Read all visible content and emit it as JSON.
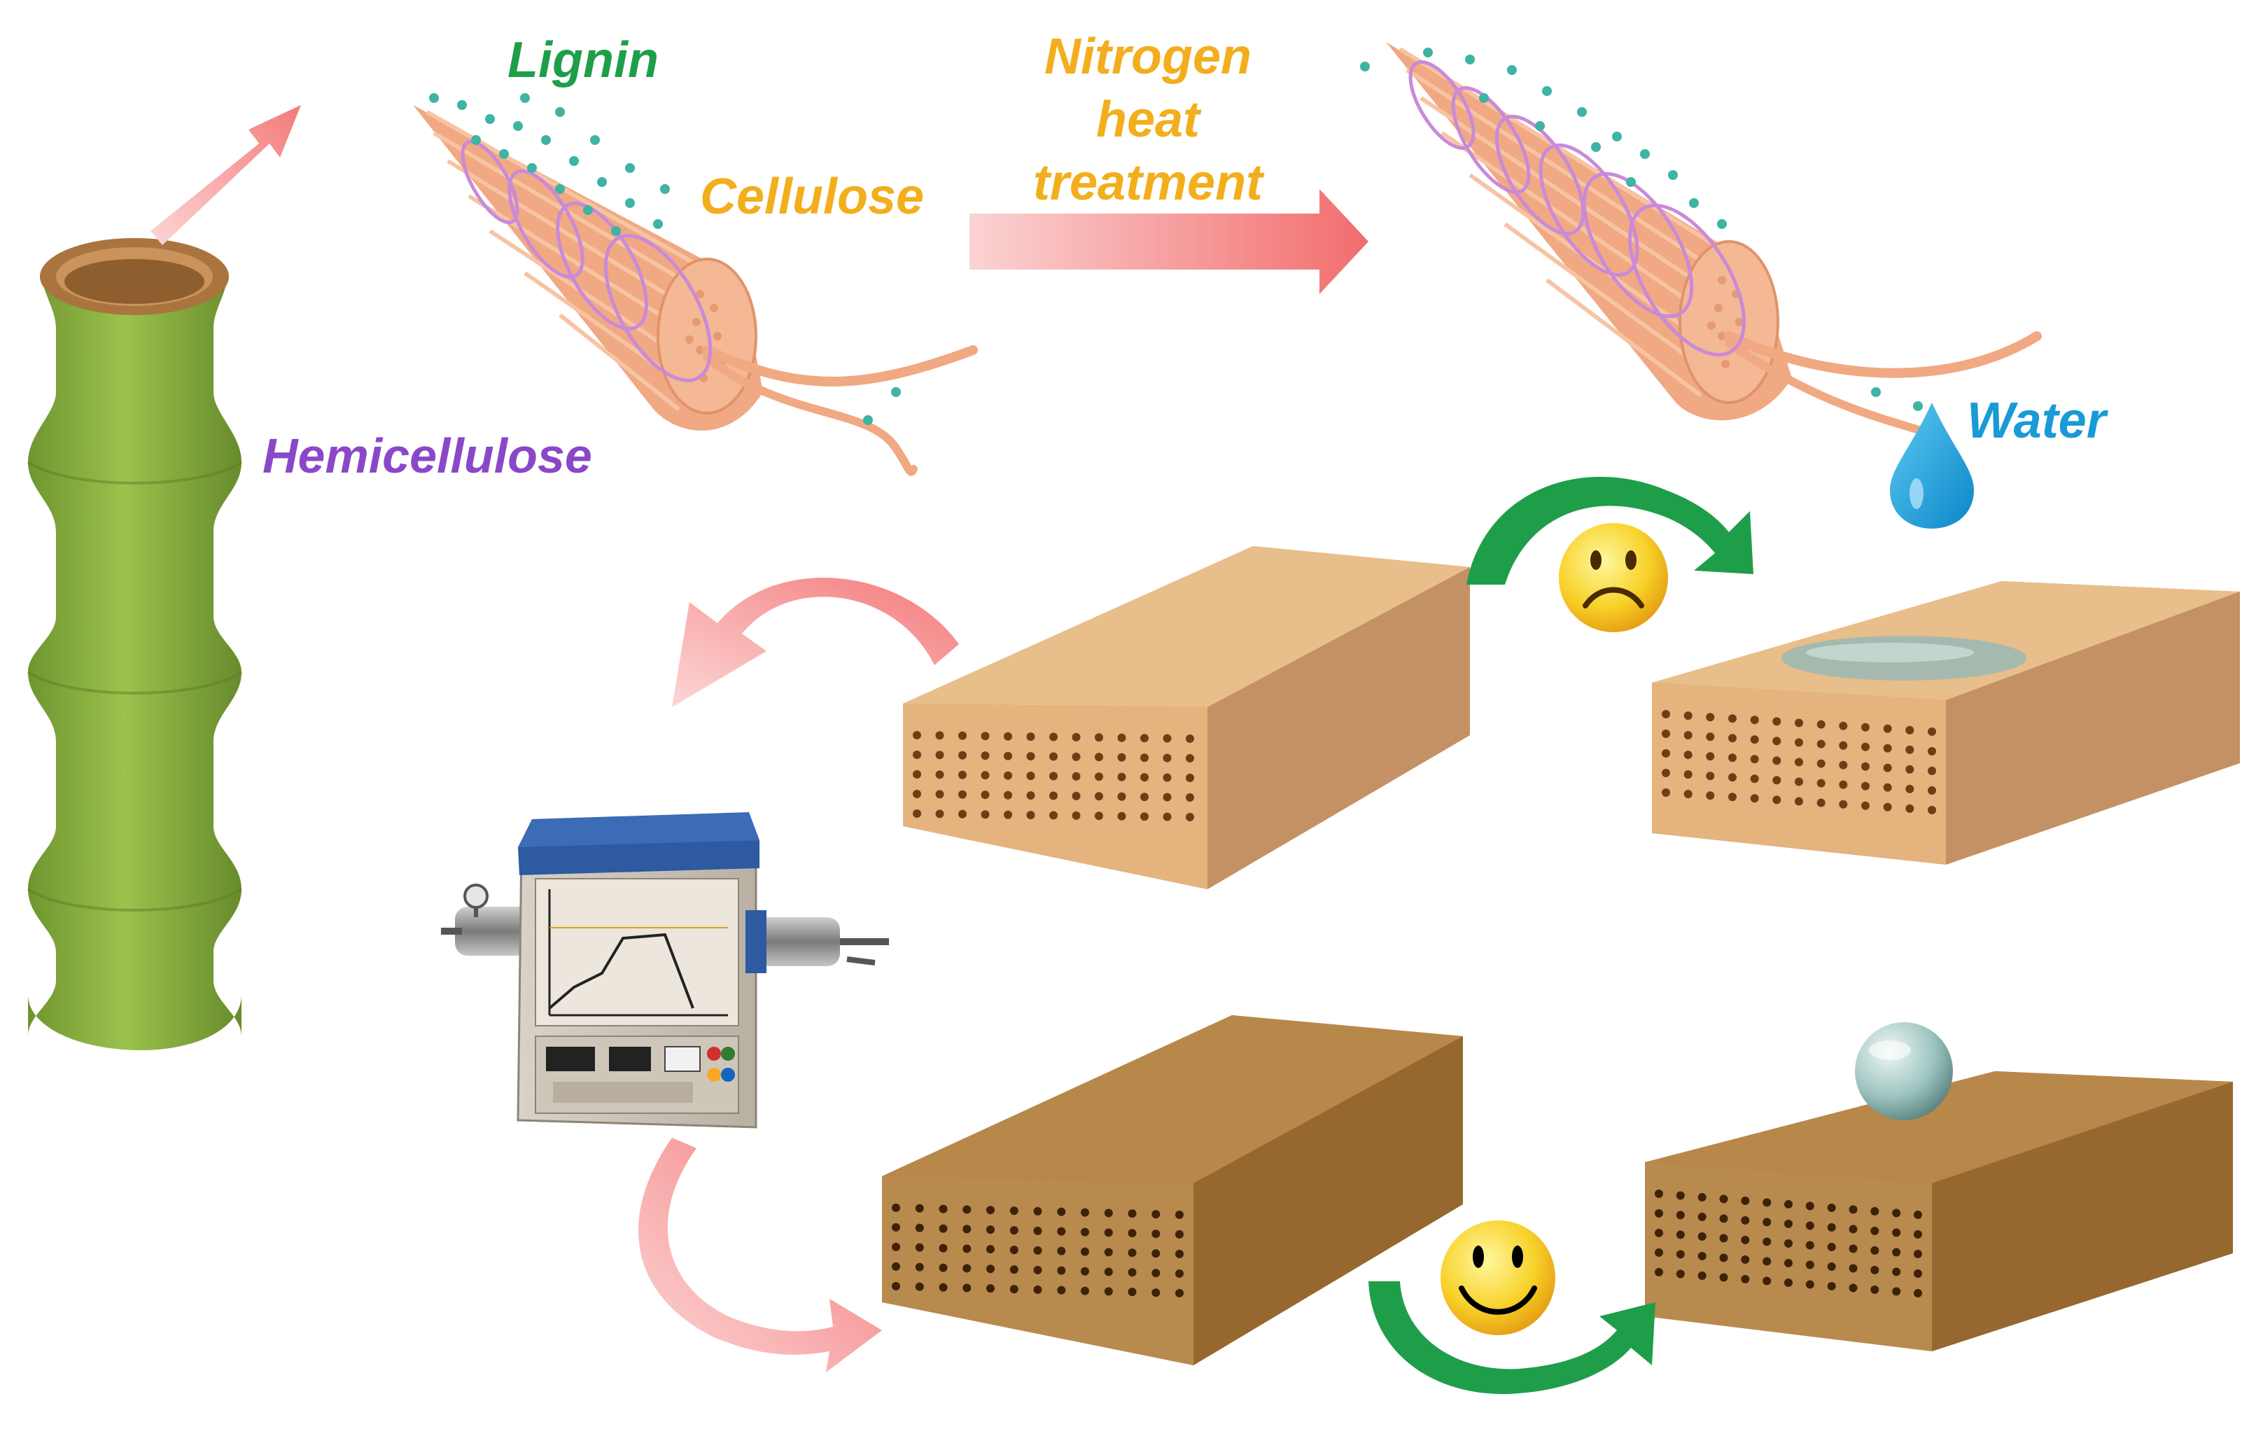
{
  "labels": {
    "lignin": "Lignin",
    "cellulose": "Cellulose",
    "hemicellulose": "Hemicellulose",
    "process_line1": "Nitrogen",
    "process_line2": "heat",
    "process_line3": "treatment",
    "water": "Water"
  },
  "colors": {
    "lignin": "#1f9e4a",
    "cellulose": "#f2ae1c",
    "hemicellulose": "#8a48c8",
    "process": "#f2ae1c",
    "water": "#1a9ad6",
    "bamboo": "#8cb341",
    "fiber": "#f2b48f",
    "helix": "#c98ad9",
    "dots": "#3fb3a4",
    "wood_untreated": "#e2b47c",
    "wood_treated": "#b88440",
    "arrow_pink": "#f48a8a",
    "arrow_green": "#1f9e4a",
    "furnace_blue": "#2d5aa0"
  },
  "icons": {
    "sad_face": "sad-face-icon",
    "happy_face": "happy-face-icon",
    "water_drop": "water-drop-icon",
    "furnace": "tube-furnace-icon",
    "bamboo": "bamboo-stalk-icon"
  }
}
